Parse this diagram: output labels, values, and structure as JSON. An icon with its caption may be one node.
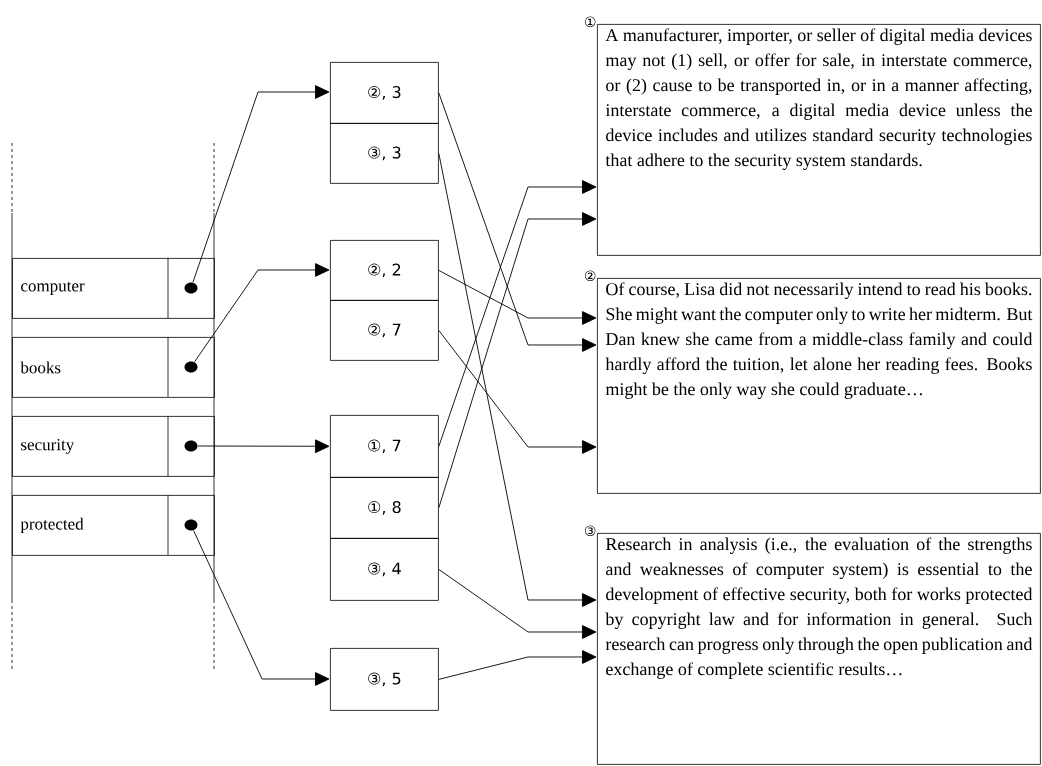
{
  "diagram": {
    "nodes": [
      {
        "text": [
          "computer"
        ]
      },
      {
        "text": [
          "books"
        ]
      },
      {
        "text": [
          "security"
        ]
      },
      {
        "text": [
          "protected"
        ]
      },
      {
        "text": [],
        "shape": "circle",
        "in": 0
      },
      {
        "text": [],
        "shape": "circle",
        "in": 1
      },
      {
        "text": [],
        "shape": "circle",
        "in": 2
      },
      {
        "text": [],
        "shape": "circle",
        "in": 3
      },
      {
        "text": [
          "②, 3"
        ]
      },
      {
        "text": [
          "③, 3"
        ]
      },
      {
        "text": [
          "②, 2"
        ]
      },
      {
        "text": [
          "②, 7"
        ]
      },
      {
        "text": [
          "①, 7"
        ]
      },
      {
        "text": [
          "①, 8"
        ]
      },
      {
        "text": [
          "③, 4"
        ]
      },
      {
        "text": [
          "③, 5"
        ]
      },
      {
        "text": [
          "①",
          "A manufacturer, importer, or seller of digital media devices may not (1) sell, or offer for sale, in interstate commerce, or (2) cause to be transported in, or in a manner affecting, interstate commerce, a digital media device unless the device includes and utilizes standard security technologies that adhere to the security system standards."
        ]
      },
      {
        "text": [
          "②",
          "Of course, Lisa did not necessarily intend to read his books. She might want the computer only to write her midterm. But Dan knew she came from a middle-class family and could hardly afford the tuition, let alone her reading fees. Books might be the only way she could graduate…"
        ]
      },
      {
        "text": [
          "③",
          "Research in analysis (i.e., the evaluation of the strengths and weaknesses of computer system) is essential to the development of effective security, both for works protected by copyright law and for information in general. Such research can progress only through the open publication and exchange of complete scientific results…"
        ]
      }
    ],
    "edges": [
      {
        "from": 4,
        "to": 8,
        "arrow": "to"
      },
      {
        "from": 5,
        "to": 10,
        "arrow": "to"
      },
      {
        "from": 6,
        "to": 12,
        "arrow": "to"
      },
      {
        "from": 7,
        "to": 15,
        "arrow": "to"
      },
      {
        "from": 8,
        "to": 17,
        "arrow": "to"
      },
      {
        "from": 10,
        "to": 17,
        "arrow": "to"
      },
      {
        "from": 11,
        "to": 17,
        "arrow": "to"
      },
      {
        "from": 12,
        "to": 16,
        "arrow": "to"
      },
      {
        "from": 13,
        "to": 16,
        "arrow": "to"
      },
      {
        "from": 9,
        "to": 18,
        "arrow": "to"
      },
      {
        "from": 14,
        "to": 18,
        "arrow": "to"
      },
      {
        "from": 15,
        "to": 18,
        "arrow": "to"
      }
    ]
  }
}
